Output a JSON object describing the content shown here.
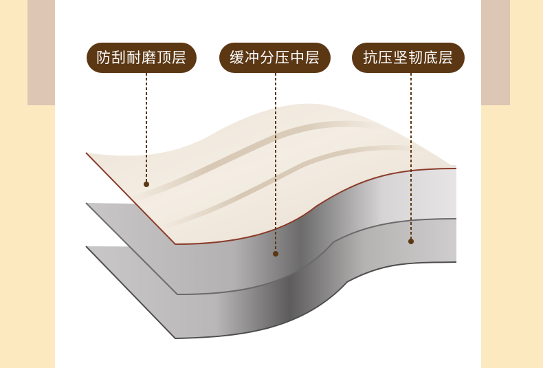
{
  "labels": {
    "top_layer": "防刮耐磨顶层",
    "middle_layer": "缓冲分压中层",
    "bottom_layer": "抗压坚韧底层"
  },
  "colors": {
    "background": "#fde9bf",
    "side_tab": "#dec6b4",
    "panel": "#ffffff",
    "pill": "#5b3714",
    "pill_text": "#ffffff",
    "top_layer_edge": "#8a3b2a",
    "leader_line": "#5b3714"
  }
}
